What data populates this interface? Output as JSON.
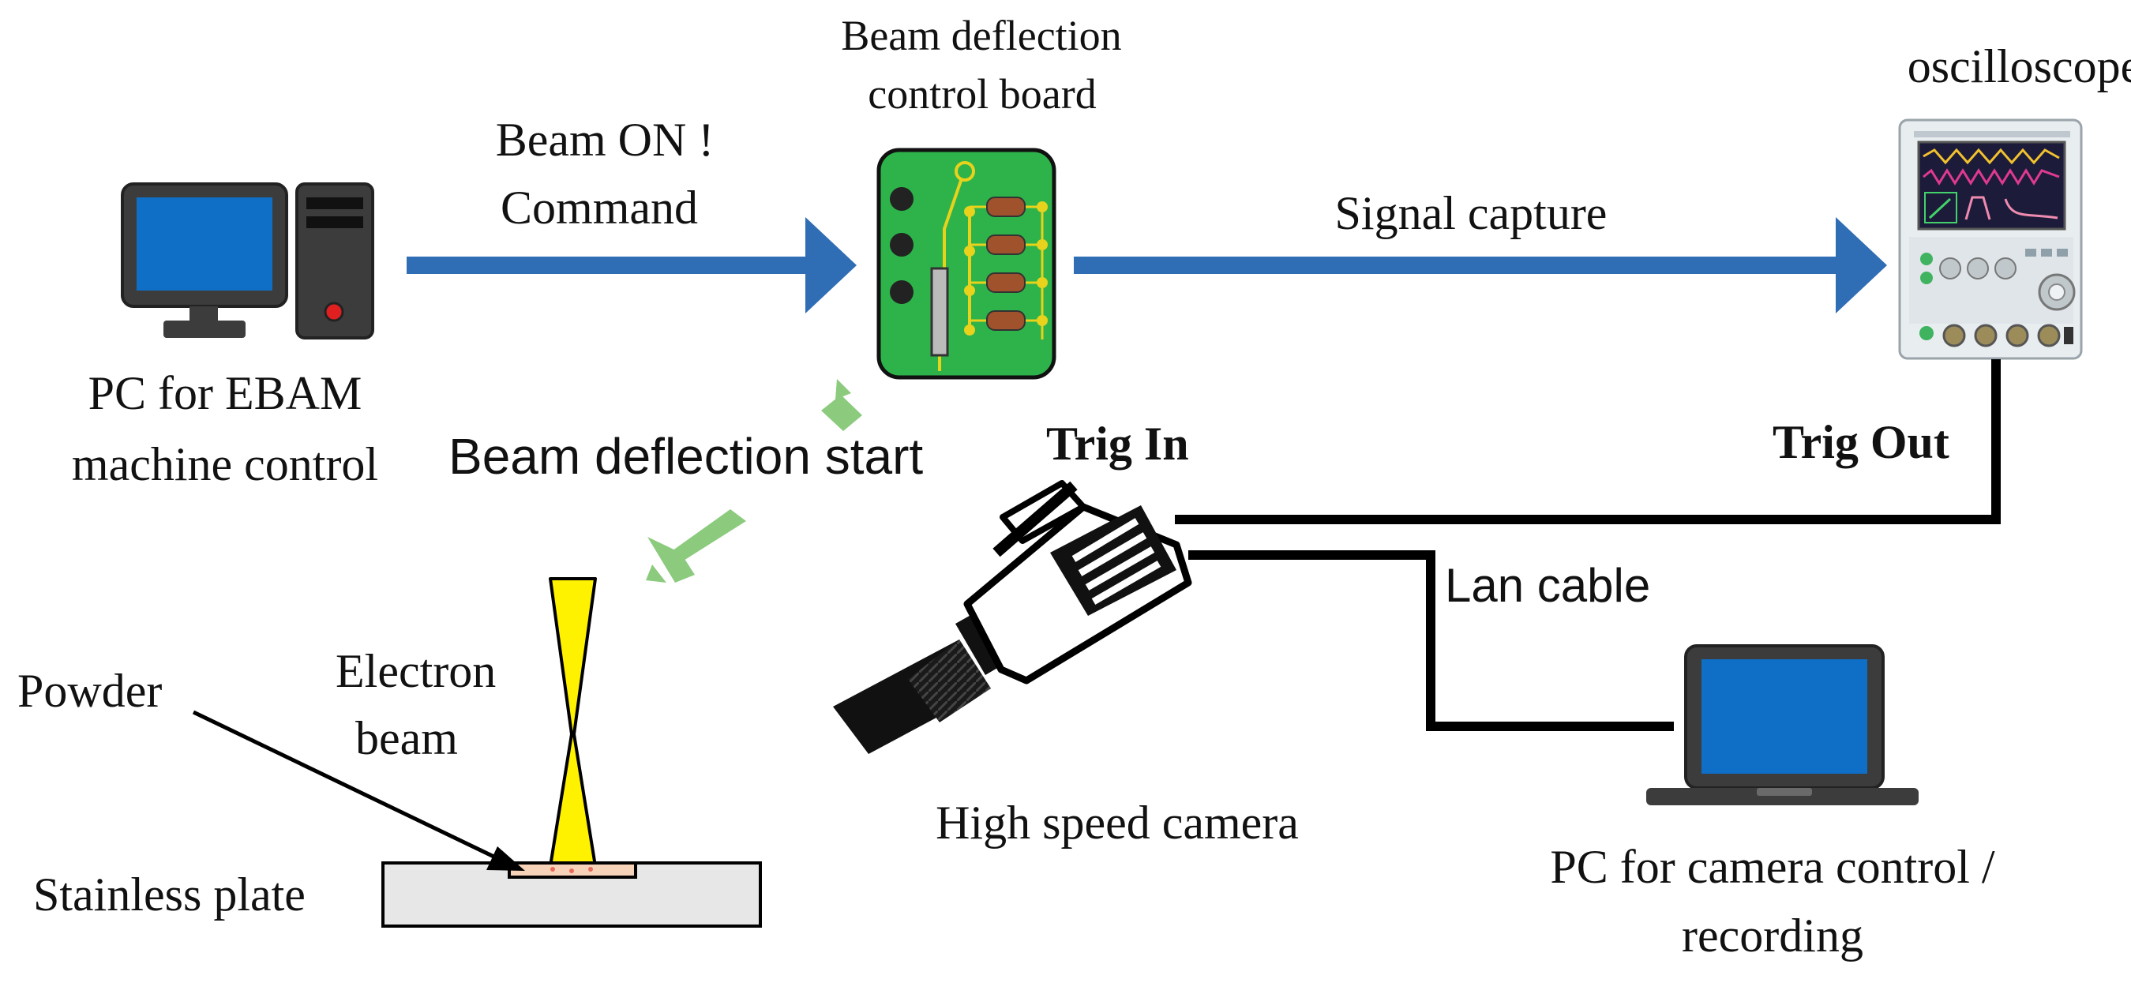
{
  "labels": {
    "pc_ebam_line1": "PC for EBAM",
    "pc_ebam_line2": "machine control",
    "beam_on_line1": "Beam ON !",
    "beam_on_line2": "Command",
    "board_line1": "Beam deflection",
    "board_line2": "control board",
    "signal_capture": "Signal capture",
    "oscilloscope": "oscilloscope",
    "beam_deflection_start": "Beam deflection start",
    "trig_in": "Trig In",
    "trig_out": "Trig Out",
    "lan_cable": "Lan cable",
    "high_speed_camera": "High speed camera",
    "pc_camera_line1": "PC for camera control /",
    "pc_camera_line2": "recording",
    "electron_line1": "Electron",
    "electron_line2": "beam",
    "powder": "Powder",
    "stainless_plate": "Stainless plate"
  },
  "colors": {
    "arrow_blue": "#2F6DB5",
    "screen_blue": "#0F6FC6",
    "board_green": "#2DB34A",
    "trace_yellow": "#E8D21C",
    "resistor_brown": "#A0522D",
    "beam_yellow": "#FFF200",
    "green_arrow": "#8CCB7E",
    "plate_gray": "#E7E7E7",
    "powder_peach": "#F6D2B8",
    "cable_black": "#000000"
  },
  "icons": {
    "pc_ebam": "desktop-computer-icon",
    "board": "circuit-board-icon",
    "oscilloscope": "oscilloscope-icon",
    "camera": "high-speed-camera-icon",
    "laptop": "laptop-icon"
  }
}
